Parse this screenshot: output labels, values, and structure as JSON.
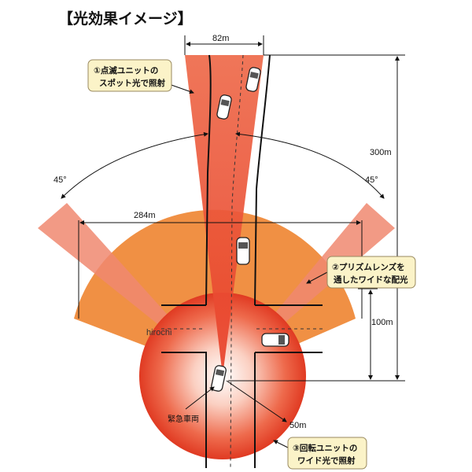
{
  "title": "【光効果イメージ】",
  "dimensions": {
    "width_top": "82m",
    "width_mid": "284m",
    "height_total": "300m",
    "height_mid": "100m",
    "radius": "50m",
    "angle_left": "45°",
    "angle_right": "45°"
  },
  "callouts": {
    "spot": {
      "line1": "①点滅ユニットの",
      "line2": "スポット光で照射"
    },
    "prism": {
      "line1": "②プリズムレンズを",
      "line2": "通したワイドな配光"
    },
    "rotate": {
      "line1": "③回転ユニットの",
      "line2": "ワイド光で照射"
    }
  },
  "labels": {
    "vehicle": "緊急車両",
    "watermark": "hirochi"
  },
  "colors": {
    "spot_red": "#e8442a",
    "wide_orange": "#ef8a3a",
    "beam_pink": "#f08870",
    "glow_red": "#e53324",
    "callout_bg": "#fbf3c8",
    "callout_border": "#9a8a60"
  }
}
